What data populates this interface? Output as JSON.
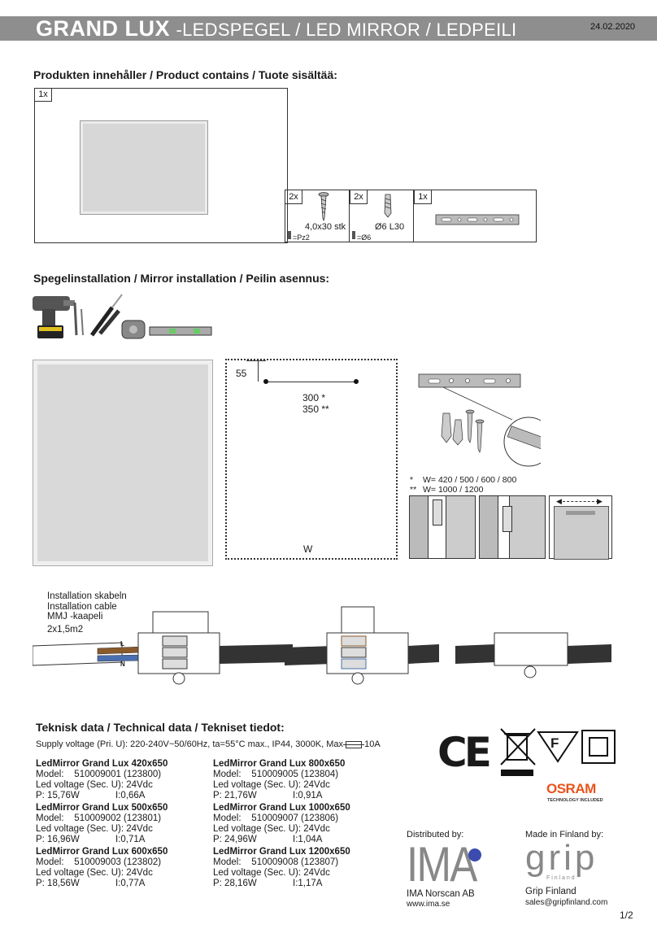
{
  "header": {
    "product": "GRAND LUX",
    "subtitle": "-LEDSPEGEL / LED MIRROR / LEDPEILI",
    "date": "24.02.2020"
  },
  "contents": {
    "title": "Produkten innehåller / Product contains / Tuote sisältää:",
    "mirror_qty": "1x",
    "screws_qty": "2x",
    "screws_label": "4,0x30 stk",
    "screws_note": "=Pz2",
    "plugs_qty": "2x",
    "plugs_label": "Ø6 L30",
    "plugs_note": "=Ø6",
    "bracket_qty": "1x"
  },
  "installation": {
    "title": "Spegelinstallation / Mirror installation / Peilin asennus:",
    "dim_55": "55",
    "dim_300": "300 *",
    "dim_350": "350 **",
    "dim_w": "W",
    "note1_mark": "*",
    "note1": "W= 420 / 500 / 600 / 800",
    "note2_mark": "**",
    "note2": "W= 1000 / 1200"
  },
  "cable": {
    "line1": "Installation skabeln",
    "line2": "Installation cable",
    "line3": "MMJ -kaapeli",
    "line4": "2x1,5m2",
    "l": "L",
    "n": "N"
  },
  "tech": {
    "title": "Teknisk data / Technical data / Tekniset tiedot:",
    "supply": "Supply voltage (Pri. U): 220-240V~50/60Hz, ta=55°C max., IP44, 3000K, Max",
    "fuse": "10A",
    "models": [
      {
        "name": "LedMirror Grand Lux 420x650",
        "model": "Model:    510009001 (123800)",
        "led": "Led voltage (Sec. U): 24Vdc",
        "p": "P: 15,76W",
        "i": "I:0,66A"
      },
      {
        "name": "LedMirror Grand Lux 500x650",
        "model": "Model:    510009002 (123801)",
        "led": "Led voltage (Sec. U): 24Vdc",
        "p": "P: 16,96W",
        "i": "I:0,71A"
      },
      {
        "name": "LedMirror Grand Lux 600x650",
        "model": "Model:    510009003 (123802)",
        "led": "Led voltage (Sec. U): 24Vdc",
        "p": "P: 18,56W",
        "i": "I:0,77A"
      },
      {
        "name": "LedMirror Grand Lux 800x650",
        "model": "Model:    510009005 (123804)",
        "led": "Led voltage (Sec. U): 24Vdc",
        "p": "P: 21,76W",
        "i": "I:0,91A"
      },
      {
        "name": "LedMirror Grand Lux 1000x650",
        "model": "Model:    510009007 (123806)",
        "led": "Led voltage (Sec. U): 24Vdc",
        "p": "P: 24,96W",
        "i": "I:1,04A"
      },
      {
        "name": "LedMirror Grand Lux 1200x650",
        "model": "Model:    510009008 (123807)",
        "led": "Led voltage (Sec. U): 24Vdc",
        "p": "P: 28,16W",
        "i": "I:1,17A"
      }
    ]
  },
  "marks": {
    "ce": "CE",
    "f": "F",
    "osram": "OSRAM",
    "osram_sub": "TECHNOLOGY INCLUDED"
  },
  "distrib": {
    "label": "Distributed by:",
    "logo": "IMA",
    "company": "IMA Norscan AB",
    "web": "www.ima.se"
  },
  "maker": {
    "label": "Made in Finland by:",
    "logo": "grip",
    "logo_sub": "F i n l a n d",
    "company": "Grip Finland",
    "email": "sales@gripfinland.com"
  },
  "page": "1/2",
  "colors": {
    "header_bg": "#8e8e8e",
    "mirror_fill": "#d9d9d9",
    "osram": "#e8541c",
    "ima_dot": "#3b4bb0",
    "grip": "#888888"
  }
}
